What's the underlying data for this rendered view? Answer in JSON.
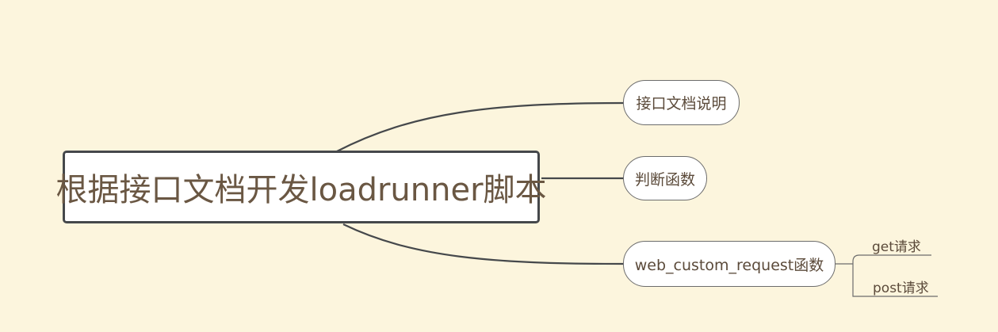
{
  "root": {
    "label": "根据接口文档开发loadrunner脚本"
  },
  "branches": [
    {
      "label": "接口文档说明",
      "children": []
    },
    {
      "label": "判断函数",
      "children": []
    },
    {
      "label": "web_custom_request函数",
      "children": [
        {
          "label": "get请求"
        },
        {
          "label": "post请求"
        }
      ]
    }
  ],
  "colors": {
    "background": "#fcf5dd",
    "connector": "#45484b",
    "root_text": "#6a5743",
    "node_text": "#5b4a3a"
  }
}
